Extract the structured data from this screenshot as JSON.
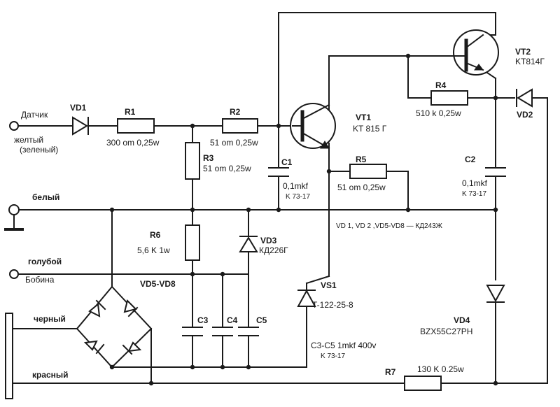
{
  "labels": {
    "wire_sensor": "Датчик",
    "wire_yellow": "желтый",
    "wire_green": "(зеленый)",
    "wire_white": "белый",
    "wire_blue": "голубой",
    "wire_coil": "Бобина",
    "wire_black": "черный",
    "wire_red": "красный"
  },
  "components": {
    "vd1": "VD1",
    "r1": "R1",
    "r1_val": "300 om 0,25w",
    "r2": "R2",
    "r2_val": "51 om 0,25w",
    "r3": "R3",
    "r3_val": "51 om 0,25w",
    "c1": "C1",
    "c1_val": "0,1mkf",
    "c1_type": "K 73-17",
    "vt1": "VT1",
    "vt1_type": "KT 815 Г",
    "r5": "R5",
    "r5_val": "51 om 0,25w",
    "vt2": "VT2",
    "vt2_type": "KT814Г",
    "r4": "R4",
    "r4_val": "510 k 0,25w",
    "vd2": "VD2",
    "c2": "C2",
    "c2_val": "0,1mkf",
    "c2_type": "K 73-17",
    "diode_note": "VD 1, VD 2 ,VD5-VD8 — КД243Ж",
    "r6": "R6",
    "r6_val": "5,6 K 1w",
    "vd3": "VD3",
    "vd3_type": "КД226Г",
    "vd5_8": "VD5-VD8",
    "c3": "C3",
    "c4": "C4",
    "c5": "C5",
    "vs1": "VS1",
    "vs1_type": "T-122-25-8",
    "c3_5_val": "C3-C5 1mkf 400v",
    "c3_5_type": "K 73-17",
    "vd4": "VD4",
    "vd4_type": "BZX55C27PH",
    "r7": "R7",
    "r7_val": "130 K 0.25w"
  }
}
